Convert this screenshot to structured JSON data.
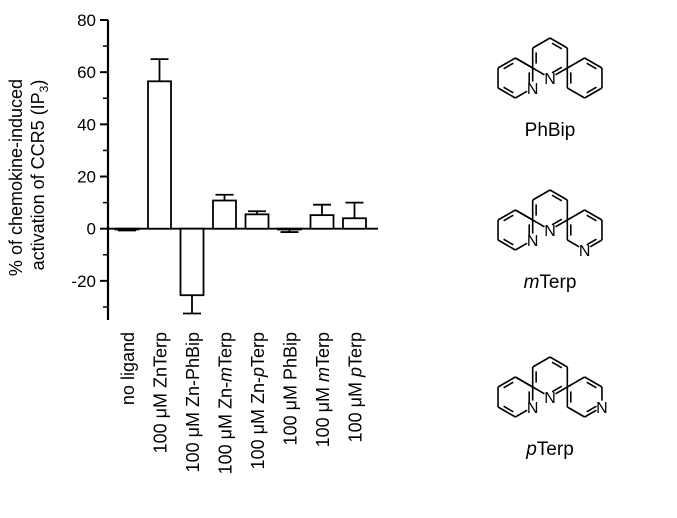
{
  "chart_data": {
    "type": "bar",
    "ylabel_line1": "% of chemokine-induced",
    "ylabel_line2": "activation of CCR5 (IP",
    "ylabel_sub": "3",
    "ylabel_close": ")",
    "ylim": [
      -35,
      80
    ],
    "yticks": [
      -20,
      0,
      20,
      40,
      60,
      80
    ],
    "grid": false,
    "categories": [
      {
        "parts": [
          {
            "t": "no ligand",
            "i": false
          }
        ]
      },
      {
        "parts": [
          {
            "t": "100 μM ZnTerp",
            "i": false
          }
        ]
      },
      {
        "parts": [
          {
            "t": "100 μM Zn-PhBip",
            "i": false
          }
        ]
      },
      {
        "parts": [
          {
            "t": "100 μM Zn-",
            "i": false
          },
          {
            "t": "m",
            "i": true
          },
          {
            "t": "Terp",
            "i": false
          }
        ]
      },
      {
        "parts": [
          {
            "t": "100 μM Zn-",
            "i": false
          },
          {
            "t": "p",
            "i": true
          },
          {
            "t": "Terp",
            "i": false
          }
        ]
      },
      {
        "parts": [
          {
            "t": "100 μM PhBip",
            "i": false
          }
        ]
      },
      {
        "parts": [
          {
            "t": "100 μM ",
            "i": false
          },
          {
            "t": "m",
            "i": true
          },
          {
            "t": "Terp",
            "i": false
          }
        ]
      },
      {
        "parts": [
          {
            "t": "100 μM ",
            "i": false
          },
          {
            "t": "p",
            "i": true
          },
          {
            "t": "Terp",
            "i": false
          }
        ]
      }
    ],
    "values": [
      -0.3,
      56.5,
      -25.5,
      10.8,
      5.5,
      -0.3,
      5.2,
      4.0
    ],
    "errors": [
      0.4,
      8.5,
      7.0,
      2.2,
      1.2,
      1.0,
      4.0,
      6.0
    ]
  },
  "structures": [
    {
      "name_prefix": "",
      "name_italic": "",
      "name_rest": "PhBip",
      "right_ring": "phenyl",
      "left_n": "N",
      "center_n": "N",
      "right_n": ""
    },
    {
      "name_prefix": "",
      "name_italic": "m",
      "name_rest": "Terp",
      "right_ring": "pyridin-3-yl",
      "left_n": "N",
      "center_n": "N",
      "right_n": "N"
    },
    {
      "name_prefix": "",
      "name_italic": "p",
      "name_rest": "Terp",
      "right_ring": "pyridin-4-yl",
      "left_n": "N",
      "center_n": "N",
      "right_n": "N"
    }
  ],
  "colors": {
    "bar_fill": "#ffffff",
    "bar_stroke": "#000000",
    "axis": "#000000"
  }
}
